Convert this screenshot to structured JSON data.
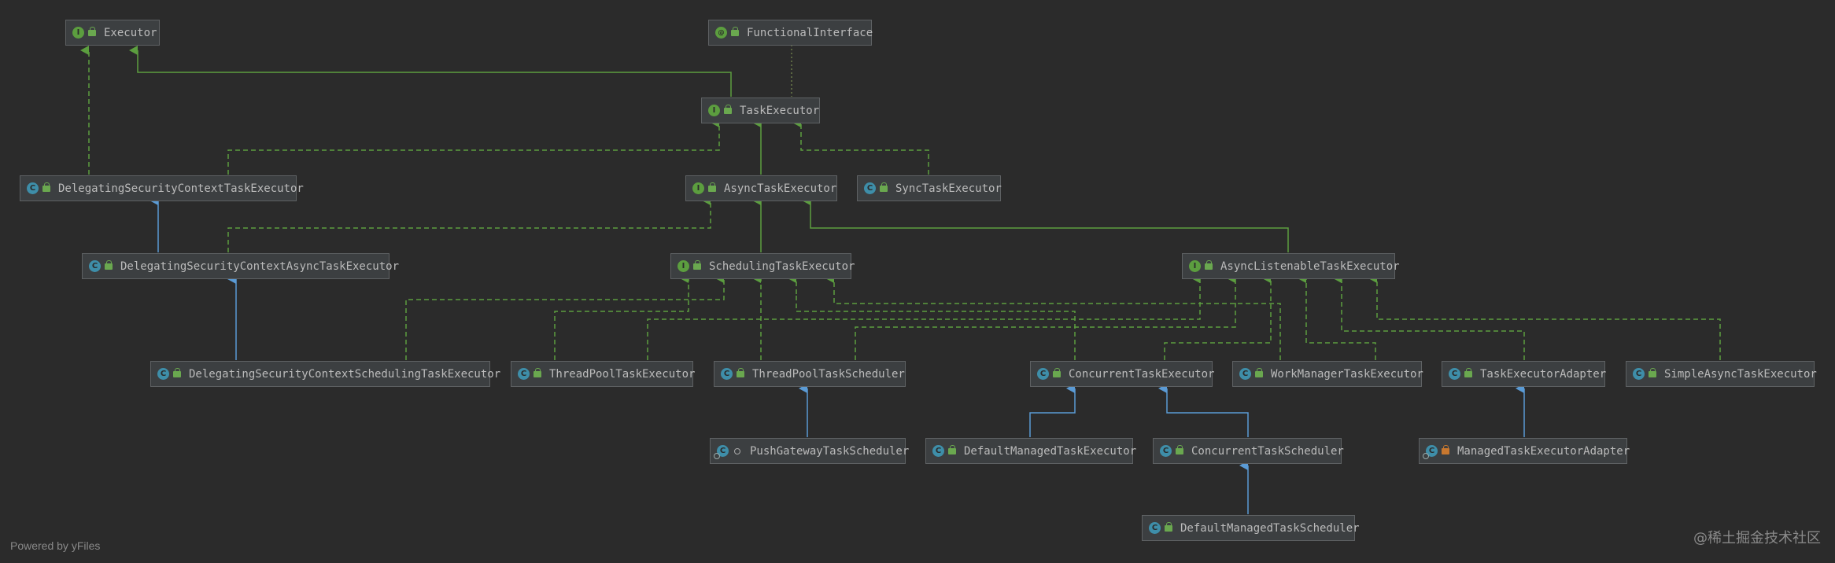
{
  "nodes": {
    "executor": {
      "label": "Executor",
      "kind": "interface",
      "badge": "I"
    },
    "functional_interface": {
      "label": "FunctionalInterface",
      "kind": "annotation",
      "badge": "@"
    },
    "task_executor": {
      "label": "TaskExecutor",
      "kind": "interface",
      "badge": "I"
    },
    "delegating_security_context_task_executor": {
      "label": "DelegatingSecurityContextTaskExecutor",
      "kind": "class",
      "badge": "C"
    },
    "async_task_executor": {
      "label": "AsyncTaskExecutor",
      "kind": "interface",
      "badge": "I"
    },
    "sync_task_executor": {
      "label": "SyncTaskExecutor",
      "kind": "class",
      "badge": "C"
    },
    "delegating_security_context_async_task_executor": {
      "label": "DelegatingSecurityContextAsyncTaskExecutor",
      "kind": "class",
      "badge": "C"
    },
    "scheduling_task_executor": {
      "label": "SchedulingTaskExecutor",
      "kind": "interface",
      "badge": "I"
    },
    "async_listenable_task_executor": {
      "label": "AsyncListenableTaskExecutor",
      "kind": "interface",
      "badge": "I"
    },
    "delegating_security_context_scheduling_task_executor": {
      "label": "DelegatingSecurityContextSchedulingTaskExecutor",
      "kind": "class",
      "badge": "C"
    },
    "thread_pool_task_executor": {
      "label": "ThreadPoolTaskExecutor",
      "kind": "class",
      "badge": "C"
    },
    "thread_pool_task_scheduler": {
      "label": "ThreadPoolTaskScheduler",
      "kind": "class",
      "badge": "C"
    },
    "concurrent_task_executor": {
      "label": "ConcurrentTaskExecutor",
      "kind": "class",
      "badge": "C"
    },
    "work_manager_task_executor": {
      "label": "WorkManagerTaskExecutor",
      "kind": "class",
      "badge": "C"
    },
    "task_executor_adapter": {
      "label": "TaskExecutorAdapter",
      "kind": "class",
      "badge": "C"
    },
    "simple_async_task_executor": {
      "label": "SimpleAsyncTaskExecutor",
      "kind": "class",
      "badge": "C"
    },
    "push_gateway_task_scheduler": {
      "label": "PushGatewayTaskScheduler",
      "kind": "class",
      "badge": "C"
    },
    "default_managed_task_executor": {
      "label": "DefaultManagedTaskExecutor",
      "kind": "class",
      "badge": "C"
    },
    "concurrent_task_scheduler": {
      "label": "ConcurrentTaskScheduler",
      "kind": "class",
      "badge": "C"
    },
    "managed_task_executor_adapter": {
      "label": "ManagedTaskExecutorAdapter",
      "kind": "class",
      "badge": "C"
    },
    "default_managed_task_scheduler": {
      "label": "DefaultManagedTaskScheduler",
      "kind": "class",
      "badge": "C"
    }
  },
  "colors": {
    "background": "#2b2b2b",
    "interface_edge": "#5c9e3f",
    "class_edge": "#5b9bd5",
    "annotation_edge": "#6a7a4a"
  },
  "footer": {
    "powered_by": "Powered by yFiles",
    "watermark": "@稀土掘金技术社区"
  }
}
